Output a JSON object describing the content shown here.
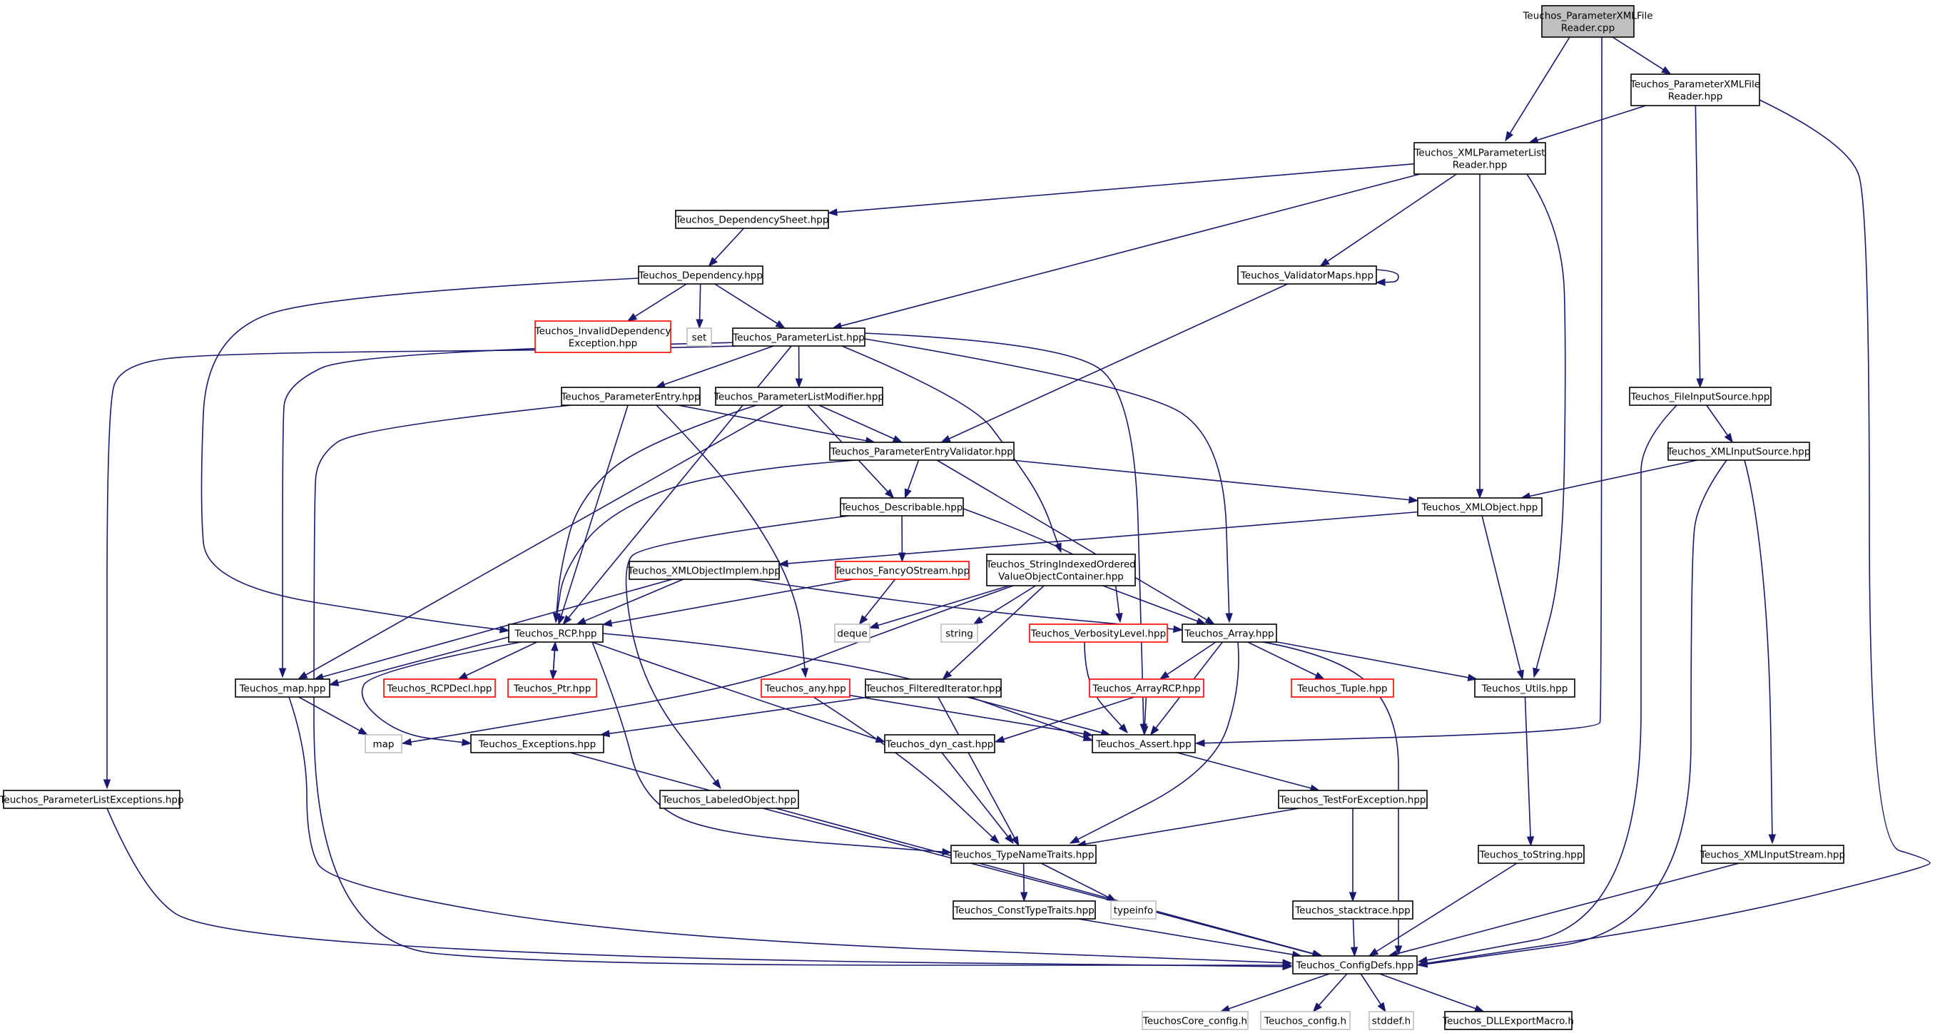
{
  "style": {
    "edge_color": "#191970",
    "root_fill": "#bfbfbf",
    "node_fill": "#ffffff",
    "node_border": "#000000",
    "truncated_border": "#ff0000",
    "external_border": "#bfbfbf"
  },
  "nodes": [
    {
      "id": "n_root",
      "lines": [
        "Teuchos_ParameterXMLFile",
        "Reader.cpp"
      ],
      "kind": "root"
    },
    {
      "id": "n_pxfr_hpp",
      "lines": [
        "Teuchos_ParameterXMLFile",
        "Reader.hpp"
      ],
      "kind": "normal"
    },
    {
      "id": "n_xmlplr",
      "lines": [
        "Teuchos_XMLParameterList",
        "Reader.hpp"
      ],
      "kind": "normal"
    },
    {
      "id": "n_depsheet",
      "lines": [
        "Teuchos_DependencySheet.hpp"
      ],
      "kind": "normal"
    },
    {
      "id": "n_dep",
      "lines": [
        "Teuchos_Dependency.hpp"
      ],
      "kind": "normal"
    },
    {
      "id": "n_invdep",
      "lines": [
        "Teuchos_InvalidDependency",
        "Exception.hpp"
      ],
      "kind": "truncated"
    },
    {
      "id": "n_set",
      "lines": [
        "set"
      ],
      "kind": "external"
    },
    {
      "id": "n_pl",
      "lines": [
        "Teuchos_ParameterList.hpp"
      ],
      "kind": "normal"
    },
    {
      "id": "n_valmaps",
      "lines": [
        "Teuchos_ValidatorMaps.hpp"
      ],
      "kind": "normal"
    },
    {
      "id": "n_fis",
      "lines": [
        "Teuchos_FileInputSource.hpp"
      ],
      "kind": "normal"
    },
    {
      "id": "n_pe",
      "lines": [
        "Teuchos_ParameterEntry.hpp"
      ],
      "kind": "normal"
    },
    {
      "id": "n_plmod",
      "lines": [
        "Teuchos_ParameterListModifier.hpp"
      ],
      "kind": "normal"
    },
    {
      "id": "n_pev",
      "lines": [
        "Teuchos_ParameterEntryValidator.hpp"
      ],
      "kind": "normal"
    },
    {
      "id": "n_xis",
      "lines": [
        "Teuchos_XMLInputSource.hpp"
      ],
      "kind": "normal"
    },
    {
      "id": "n_descr",
      "lines": [
        "Teuchos_Describable.hpp"
      ],
      "kind": "normal"
    },
    {
      "id": "n_xmlobj",
      "lines": [
        "Teuchos_XMLObject.hpp"
      ],
      "kind": "normal"
    },
    {
      "id": "n_xmlimpl",
      "lines": [
        "Teuchos_XMLObjectImplem.hpp"
      ],
      "kind": "normal"
    },
    {
      "id": "n_fancy",
      "lines": [
        "Teuchos_FancyOStream.hpp"
      ],
      "kind": "truncated"
    },
    {
      "id": "n_sioc",
      "lines": [
        "Teuchos_StringIndexedOrdered",
        "ValueObjectContainer.hpp"
      ],
      "kind": "normal"
    },
    {
      "id": "n_rcp",
      "lines": [
        "Teuchos_RCP.hpp"
      ],
      "kind": "normal"
    },
    {
      "id": "n_deque",
      "lines": [
        "deque"
      ],
      "kind": "external"
    },
    {
      "id": "n_string",
      "lines": [
        "string"
      ],
      "kind": "external"
    },
    {
      "id": "n_verb",
      "lines": [
        "Teuchos_VerbosityLevel.hpp"
      ],
      "kind": "truncated"
    },
    {
      "id": "n_array",
      "lines": [
        "Teuchos_Array.hpp"
      ],
      "kind": "normal"
    },
    {
      "id": "n_map",
      "lines": [
        "Teuchos_map.hpp"
      ],
      "kind": "normal"
    },
    {
      "id": "n_rcpdecl",
      "lines": [
        "Teuchos_RCPDecl.hpp"
      ],
      "kind": "truncated"
    },
    {
      "id": "n_ptr",
      "lines": [
        "Teuchos_Ptr.hpp"
      ],
      "kind": "truncated"
    },
    {
      "id": "n_any",
      "lines": [
        "Teuchos_any.hpp"
      ],
      "kind": "truncated"
    },
    {
      "id": "n_filtit",
      "lines": [
        "Teuchos_FilteredIterator.hpp"
      ],
      "kind": "normal"
    },
    {
      "id": "n_arcp",
      "lines": [
        "Teuchos_ArrayRCP.hpp"
      ],
      "kind": "truncated"
    },
    {
      "id": "n_tuple",
      "lines": [
        "Teuchos_Tuple.hpp"
      ],
      "kind": "truncated"
    },
    {
      "id": "n_utils",
      "lines": [
        "Teuchos_Utils.hpp"
      ],
      "kind": "normal"
    },
    {
      "id": "n_mapstd",
      "lines": [
        "map"
      ],
      "kind": "external"
    },
    {
      "id": "n_exc",
      "lines": [
        "Teuchos_Exceptions.hpp"
      ],
      "kind": "normal"
    },
    {
      "id": "n_dyncast",
      "lines": [
        "Teuchos_dyn_cast.hpp"
      ],
      "kind": "normal"
    },
    {
      "id": "n_assert",
      "lines": [
        "Teuchos_Assert.hpp"
      ],
      "kind": "normal"
    },
    {
      "id": "n_plexc",
      "lines": [
        "Teuchos_ParameterListExceptions.hpp"
      ],
      "kind": "normal"
    },
    {
      "id": "n_labeled",
      "lines": [
        "Teuchos_LabeledObject.hpp"
      ],
      "kind": "normal"
    },
    {
      "id": "n_tfe",
      "lines": [
        "Teuchos_TestForException.hpp"
      ],
      "kind": "normal"
    },
    {
      "id": "n_tnt",
      "lines": [
        "Teuchos_TypeNameTraits.hpp"
      ],
      "kind": "normal"
    },
    {
      "id": "n_tostr",
      "lines": [
        "Teuchos_toString.hpp"
      ],
      "kind": "normal"
    },
    {
      "id": "n_xmlstream",
      "lines": [
        "Teuchos_XMLInputStream.hpp"
      ],
      "kind": "normal"
    },
    {
      "id": "n_ctt",
      "lines": [
        "Teuchos_ConstTypeTraits.hpp"
      ],
      "kind": "normal"
    },
    {
      "id": "n_typeinfo",
      "lines": [
        "typeinfo"
      ],
      "kind": "external"
    },
    {
      "id": "n_stack",
      "lines": [
        "Teuchos_stacktrace.hpp"
      ],
      "kind": "normal"
    },
    {
      "id": "n_cfg",
      "lines": [
        "Teuchos_ConfigDefs.hpp"
      ],
      "kind": "normal"
    },
    {
      "id": "n_corecfg",
      "lines": [
        "TeuchosCore_config.h"
      ],
      "kind": "external"
    },
    {
      "id": "n_tcfg",
      "lines": [
        "Teuchos_config.h"
      ],
      "kind": "external"
    },
    {
      "id": "n_stddef",
      "lines": [
        "stddef.h"
      ],
      "kind": "external"
    },
    {
      "id": "n_dll",
      "lines": [
        "Teuchos_DLLExportMacro.h"
      ],
      "kind": "normal"
    }
  ],
  "edges": [
    [
      "n_root",
      "n_pxfr_hpp"
    ],
    [
      "n_root",
      "n_xmlplr"
    ],
    [
      "n_root",
      "n_assert"
    ],
    [
      "n_pxfr_hpp",
      "n_xmlplr"
    ],
    [
      "n_pxfr_hpp",
      "n_fis"
    ],
    [
      "n_pxfr_hpp",
      "n_cfg"
    ],
    [
      "n_xmlplr",
      "n_depsheet"
    ],
    [
      "n_xmlplr",
      "n_pl"
    ],
    [
      "n_xmlplr",
      "n_valmaps"
    ],
    [
      "n_xmlplr",
      "n_xmlobj"
    ],
    [
      "n_xmlplr",
      "n_utils"
    ],
    [
      "n_depsheet",
      "n_dep"
    ],
    [
      "n_dep",
      "n_invdep"
    ],
    [
      "n_dep",
      "n_set"
    ],
    [
      "n_dep",
      "n_pl"
    ],
    [
      "n_dep",
      "n_rcp"
    ],
    [
      "n_valmaps",
      "n_valmaps"
    ],
    [
      "n_valmaps",
      "n_pev"
    ],
    [
      "n_pl",
      "n_pe"
    ],
    [
      "n_pl",
      "n_plmod"
    ],
    [
      "n_pl",
      "n_rcp"
    ],
    [
      "n_pl",
      "n_map"
    ],
    [
      "n_pl",
      "n_plexc"
    ],
    [
      "n_pl",
      "n_sioc"
    ],
    [
      "n_pl",
      "n_array"
    ],
    [
      "n_pl",
      "n_assert"
    ],
    [
      "n_pe",
      "n_pev"
    ],
    [
      "n_pe",
      "n_rcp"
    ],
    [
      "n_pe",
      "n_any"
    ],
    [
      "n_pe",
      "n_cfg"
    ],
    [
      "n_plmod",
      "n_pev"
    ],
    [
      "n_plmod",
      "n_descr"
    ],
    [
      "n_plmod",
      "n_rcp"
    ],
    [
      "n_plmod",
      "n_map"
    ],
    [
      "n_pev",
      "n_descr"
    ],
    [
      "n_pev",
      "n_xmlobj"
    ],
    [
      "n_pev",
      "n_rcp"
    ],
    [
      "n_pev",
      "n_array"
    ],
    [
      "n_fis",
      "n_xis"
    ],
    [
      "n_fis",
      "n_cfg"
    ],
    [
      "n_xis",
      "n_xmlobj"
    ],
    [
      "n_xis",
      "n_xmlstream"
    ],
    [
      "n_xis",
      "n_cfg"
    ],
    [
      "n_descr",
      "n_fancy"
    ],
    [
      "n_descr",
      "n_labeled"
    ],
    [
      "n_descr",
      "n_verb"
    ],
    [
      "n_xmlobj",
      "n_xmlimpl"
    ],
    [
      "n_xmlobj",
      "n_utils"
    ],
    [
      "n_xmlimpl",
      "n_rcp"
    ],
    [
      "n_xmlimpl",
      "n_map"
    ],
    [
      "n_xmlimpl",
      "n_array"
    ],
    [
      "n_fancy",
      "n_rcp"
    ],
    [
      "n_fancy",
      "n_deque"
    ],
    [
      "n_sioc",
      "n_deque"
    ],
    [
      "n_sioc",
      "n_string"
    ],
    [
      "n_sioc",
      "n_mapstd"
    ],
    [
      "n_sioc",
      "n_array"
    ],
    [
      "n_sioc",
      "n_filtit"
    ],
    [
      "n_rcp",
      "n_map"
    ],
    [
      "n_rcp",
      "n_rcpdecl"
    ],
    [
      "n_rcp",
      "n_ptr"
    ],
    [
      "n_rcp",
      "n_exc"
    ],
    [
      "n_rcp",
      "n_dyncast"
    ],
    [
      "n_rcp",
      "n_assert"
    ],
    [
      "n_rcp",
      "n_tnt"
    ],
    [
      "n_ptr",
      "n_rcp"
    ],
    [
      "n_verb",
      "n_assert"
    ],
    [
      "n_array",
      "n_arcp"
    ],
    [
      "n_array",
      "n_tuple"
    ],
    [
      "n_array",
      "n_utils"
    ],
    [
      "n_array",
      "n_assert"
    ],
    [
      "n_array",
      "n_tnt"
    ],
    [
      "n_array",
      "n_cfg"
    ],
    [
      "n_map",
      "n_mapstd"
    ],
    [
      "n_map",
      "n_cfg"
    ],
    [
      "n_any",
      "n_assert"
    ],
    [
      "n_any",
      "n_tnt"
    ],
    [
      "n_filtit",
      "n_exc"
    ],
    [
      "n_filtit",
      "n_assert"
    ],
    [
      "n_filtit",
      "n_tnt"
    ],
    [
      "n_arcp",
      "n_dyncast"
    ],
    [
      "n_arcp",
      "n_assert"
    ],
    [
      "n_utils",
      "n_tostr"
    ],
    [
      "n_exc",
      "n_cfg"
    ],
    [
      "n_dyncast",
      "n_tnt"
    ],
    [
      "n_assert",
      "n_tfe"
    ],
    [
      "n_plexc",
      "n_cfg"
    ],
    [
      "n_labeled",
      "n_cfg"
    ],
    [
      "n_tfe",
      "n_tnt"
    ],
    [
      "n_tfe",
      "n_stack"
    ],
    [
      "n_tnt",
      "n_ctt"
    ],
    [
      "n_tnt",
      "n_typeinfo"
    ],
    [
      "n_tostr",
      "n_cfg"
    ],
    [
      "n_xmlstream",
      "n_cfg"
    ],
    [
      "n_ctt",
      "n_cfg"
    ],
    [
      "n_stack",
      "n_cfg"
    ],
    [
      "n_cfg",
      "n_corecfg"
    ],
    [
      "n_cfg",
      "n_tcfg"
    ],
    [
      "n_cfg",
      "n_stddef"
    ],
    [
      "n_cfg",
      "n_dll"
    ]
  ]
}
